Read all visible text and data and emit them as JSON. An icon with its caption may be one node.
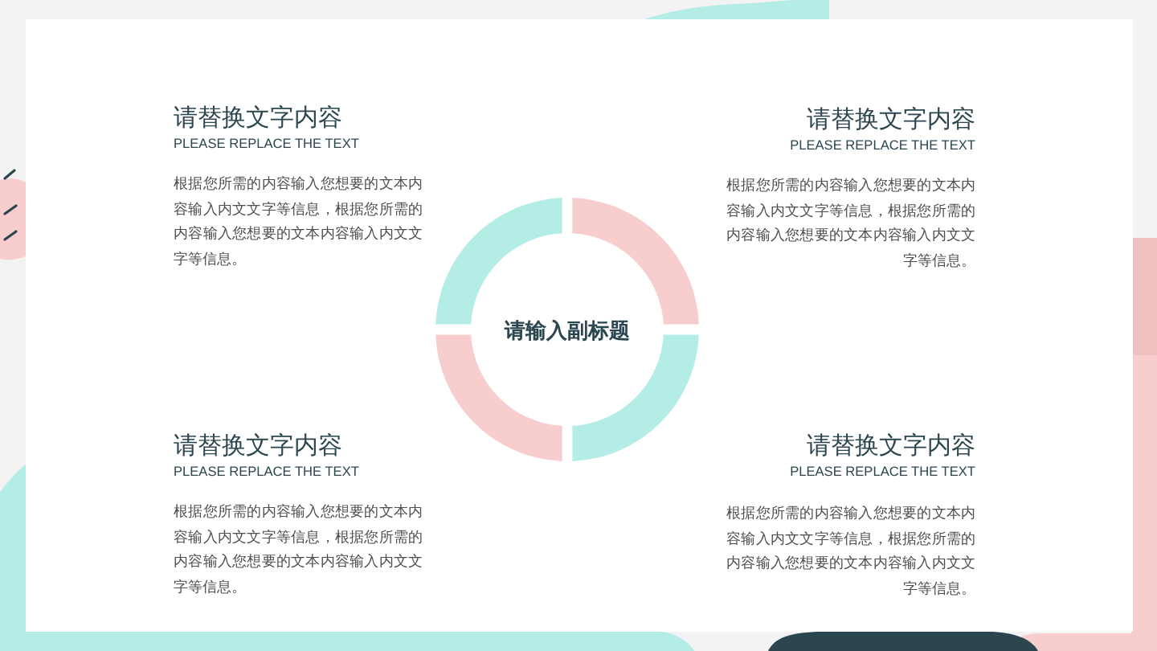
{
  "diagram": {
    "nodes": [
      {
        "text": [
          "请输入副标题"
        ]
      }
    ],
    "edges": [],
    "labels": [
      "请替换文字内容",
      "PLEASE REPLACE THE TEXT",
      "根据您所需的内容输入您想要的文本内容输入内文文字等信息，根据您所需的内容输入您想要的文本内容输入内文文字等信息。",
      "请替换文字内容",
      "PLEASE REPLACE THE TEXT",
      "根据您所需的内容输入您想要的文本内容输入内文文字等信息，根据您所需的内容输入您想要的文本内容输入内文文字等信息。",
      "请替换文字内容",
      "PLEASE REPLACE THE TEXT",
      "根据您所需的内容输入您想要的文本内容输入内文文字等信息，根据您所需的内容输入您想要的文本内容输入内文文字等信息。",
      "请替换文字内容",
      "PLEASE REPLACE THE TEXT",
      "根据您所需的内容输入您想要的文本内容输入内文文字等信息，根据您所需的内容输入您想要的文本内容输入内文文字等信息。"
    ]
  }
}
